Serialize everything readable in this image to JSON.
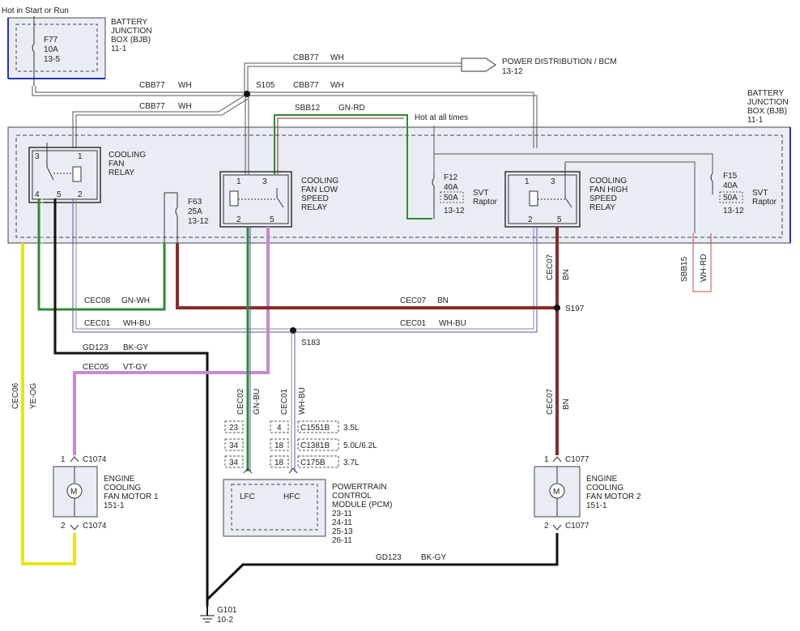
{
  "top_left_note": "Hot in Start or Run",
  "bjb_top": {
    "title": [
      "BATTERY",
      "JUNCTION",
      "BOX (BJB)",
      "11-1"
    ],
    "fuse": {
      "id": "F77",
      "rating": "10A",
      "ref": "13-5"
    }
  },
  "bjb_right": {
    "title": [
      "BATTERY",
      "JUNCTION",
      "BOX (BJB)",
      "11-1"
    ]
  },
  "power_dist": {
    "label": "POWER DISTRIBUTION / BCM",
    "ref": "13-12"
  },
  "hot_at_all_times": "Hot at all times",
  "splices": {
    "s105": "S105",
    "s183": "S183",
    "s197": "S197"
  },
  "circuits": {
    "cbb77_wh_top": {
      "id": "CBB77",
      "color": "WH"
    },
    "cbb77_wh_left": {
      "id": "CBB77",
      "color": "WH"
    },
    "cbb77_wh_right": {
      "id": "CBB77",
      "color": "WH"
    },
    "cbb77_wh_diag": {
      "id": "CBB77",
      "color": "WH"
    },
    "sbb12": {
      "id": "SBB12",
      "color": "GN-RD"
    },
    "cec08": {
      "id": "CEC08",
      "color": "GN-WH"
    },
    "cec07_h": {
      "id": "CEC07",
      "color": "BN"
    },
    "cec01_left": {
      "id": "CEC01",
      "color": "WH-BU"
    },
    "cec01_right": {
      "id": "CEC01",
      "color": "WH-BU"
    },
    "gd123_top": {
      "id": "GD123",
      "color": "BK-GY"
    },
    "cec05": {
      "id": "CEC05",
      "color": "VT-GY"
    },
    "gd123_bottom": {
      "id": "GD123",
      "color": "BK-GY"
    },
    "cec06": {
      "id": "CEC06",
      "color": "YE-OG"
    },
    "cec02_v": {
      "id": "CEC02",
      "color": "GN-BU"
    },
    "cec01_v": {
      "id": "CEC01",
      "color": "WH-BU"
    },
    "cec07_v1": {
      "id": "CEC07",
      "color": "BN"
    },
    "cec07_v2": {
      "id": "CEC07",
      "color": "BN"
    },
    "sbb15": {
      "id": "SBB15",
      "color": "WH-RD"
    }
  },
  "relays": {
    "cooling_fan": {
      "label": [
        "COOLING",
        "FAN",
        "RELAY"
      ],
      "pins": [
        "3",
        "1",
        "4",
        "5",
        "2"
      ]
    },
    "low_speed": {
      "label": [
        "COOLING",
        "FAN LOW",
        "SPEED",
        "RELAY"
      ],
      "pins": [
        "1",
        "3",
        "2",
        "5"
      ]
    },
    "high_speed": {
      "label": [
        "COOLING",
        "FAN HIGH",
        "SPEED",
        "RELAY"
      ],
      "pins": [
        "1",
        "3",
        "2",
        "5"
      ]
    }
  },
  "fuses": {
    "f63": {
      "id": "F63",
      "rating": "25A",
      "ref": "13-12"
    },
    "f12": {
      "id": "F12",
      "rating": "40A",
      "alt_rating": "50A",
      "note": [
        "SVT",
        "Raptor"
      ],
      "ref": "13-12"
    },
    "f15": {
      "id": "F15",
      "rating": "40A",
      "alt_rating": "50A",
      "note": [
        "SVT",
        "Raptor"
      ],
      "ref": "13-12"
    }
  },
  "connectors": {
    "c1551b": {
      "id": "C1551B",
      "pin_a": "23",
      "pin_b": "4",
      "engine": "3.5L"
    },
    "c1381b": {
      "id": "C1381B",
      "pin_a": "34",
      "pin_b": "18",
      "engine": "5.0L/6.2L"
    },
    "c175b": {
      "id": "C175B",
      "pin_a": "34",
      "pin_b": "18",
      "engine": "3.7L"
    }
  },
  "pcm": {
    "pins": [
      "LFC",
      "HFC"
    ],
    "label": [
      "POWERTRAIN",
      "CONTROL",
      "MODULE (PCM)"
    ],
    "refs": [
      "23-11",
      "24-11",
      "25-13",
      "26-11"
    ]
  },
  "motor1": {
    "label": [
      "ENGINE",
      "COOLING",
      "FAN MOTOR 1",
      "151-1"
    ],
    "pin_top": "1",
    "conn_top": "C1074",
    "pin_bot": "2",
    "conn_bot": "C1074"
  },
  "motor2": {
    "label": [
      "ENGINE",
      "COOLING",
      "FAN MOTOR 2",
      "151-1"
    ],
    "pin_top": "1",
    "conn_top": "C1077",
    "pin_bot": "2",
    "conn_bot": "C1077"
  },
  "motor_symbol": "M",
  "ground": {
    "id": "G101",
    "ref": "10-2"
  }
}
